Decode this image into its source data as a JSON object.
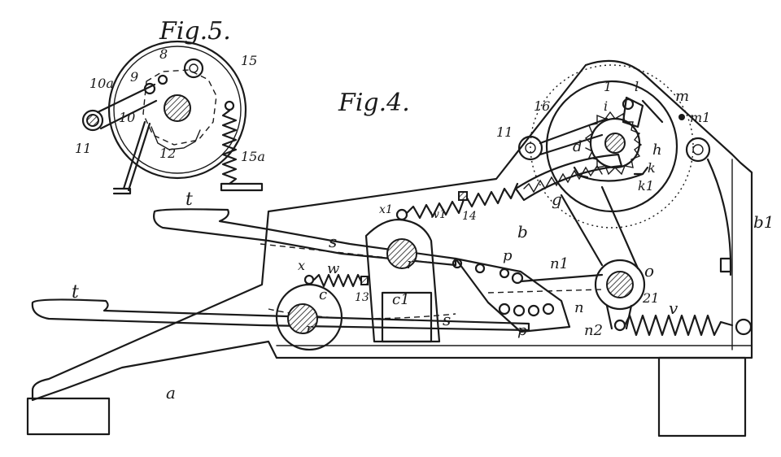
{
  "figures": {
    "fig5_title": "Fig.5.",
    "fig4_title": "Fig.4."
  },
  "labels": {
    "fig5": [
      "8",
      "9",
      "10a",
      "10",
      "11",
      "12",
      "15",
      "15a"
    ],
    "fig4": [
      "t",
      "t",
      "s",
      "s",
      "x",
      "w",
      "13",
      "c",
      "c1",
      "r",
      "r",
      "x1",
      "w1",
      "14",
      "b",
      "p",
      "p",
      "n1",
      "n",
      "n2",
      "o",
      "21",
      "v",
      "b1",
      "a",
      "g",
      "11",
      "16",
      "1",
      "l",
      "i",
      "m",
      "m1",
      "d",
      "h",
      "k",
      "k1"
    ]
  },
  "colors": {
    "ink": "#1a1a1a",
    "paper": "#ffffff"
  }
}
